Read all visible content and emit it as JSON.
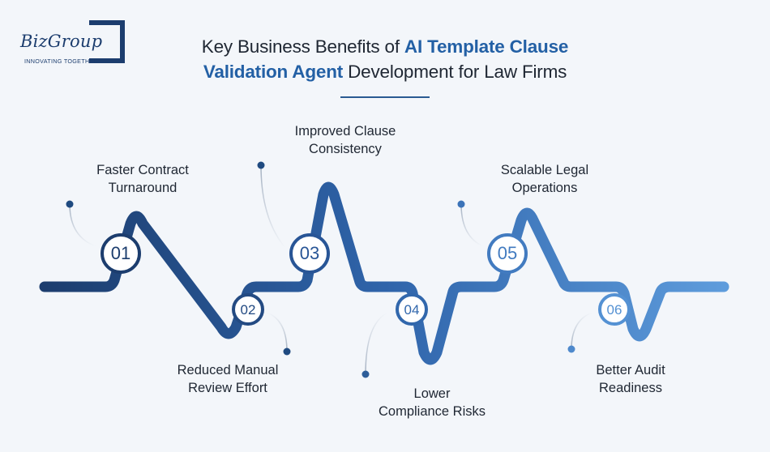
{
  "logo": {
    "brand": "BizGroup",
    "tagline": "INNOVATING TOGETHER"
  },
  "header": {
    "title_part1": "Key Business Benefits of ",
    "title_highlight1": "AI Template Clause",
    "title_highlight2": "Validation Agent",
    "title_part2": " Development for Law Firms"
  },
  "colors": {
    "dark_blue": "#1c3d6e",
    "mid_blue": "#2d62a8",
    "light_blue": "#5d9ad9",
    "accent_text": "#2360a5"
  },
  "benefits": [
    {
      "number": "01",
      "line1": "Faster Contract",
      "line2": "Turnaround"
    },
    {
      "number": "02",
      "line1": "Reduced Manual",
      "line2": "Review Effort"
    },
    {
      "number": "03",
      "line1": "Improved Clause",
      "line2": "Consistency"
    },
    {
      "number": "04",
      "line1": "Lower",
      "line2": "Compliance Risks"
    },
    {
      "number": "05",
      "line1": "Scalable Legal",
      "line2": "Operations"
    },
    {
      "number": "06",
      "line1": "Better Audit",
      "line2": "Readiness"
    }
  ]
}
